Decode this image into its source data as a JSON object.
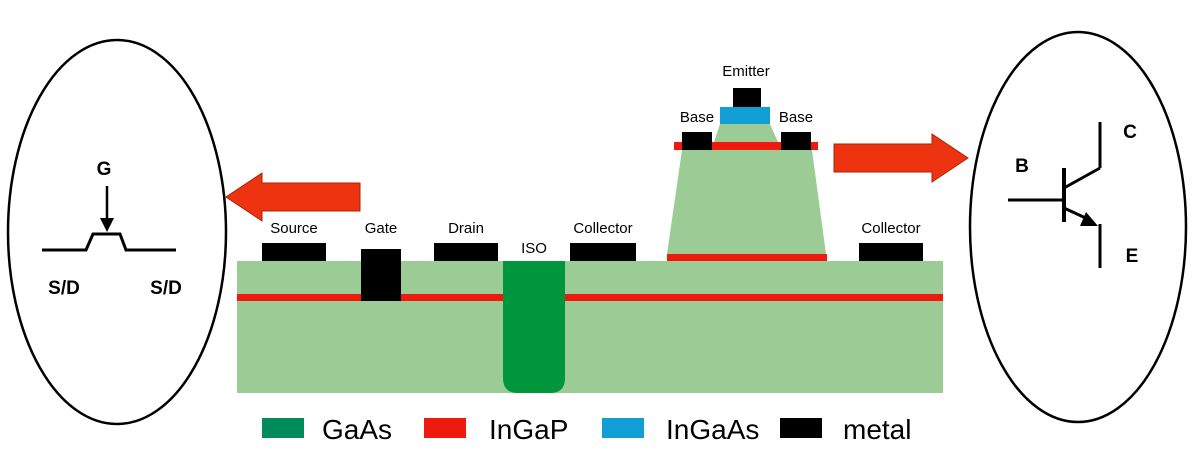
{
  "colors": {
    "gaas_light": "#9ccc95",
    "gaas_dark": "#00963c",
    "ingap": "#ee1a0e",
    "ingaas": "#129fd6",
    "metal": "#000000",
    "arrow": "#ee3311",
    "legend_gaas": "#008c5a"
  },
  "device_labels": {
    "source": "Source",
    "gate": "Gate",
    "drain": "Drain",
    "iso": "ISO",
    "collector_left": "Collector",
    "collector_right": "Collector",
    "emitter": "Emitter",
    "base_left": "Base",
    "base_right": "Base"
  },
  "fet_symbol": {
    "gate": "G",
    "sd_left": "S/D",
    "sd_right": "S/D"
  },
  "bjt_symbol": {
    "base": "B",
    "collector": "C",
    "emitter": "E"
  },
  "legend": [
    {
      "label": "GaAs",
      "color": "#008c5a"
    },
    {
      "label": "InGaP",
      "color": "#ee1a0e"
    },
    {
      "label": "InGaAs",
      "color": "#129fd6"
    },
    {
      "label": "metal",
      "color": "#000000"
    }
  ]
}
